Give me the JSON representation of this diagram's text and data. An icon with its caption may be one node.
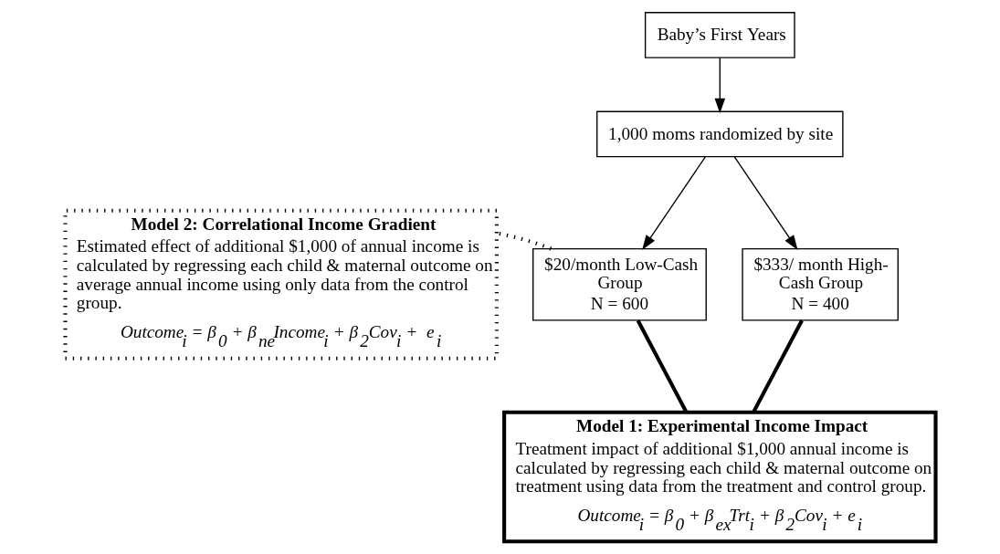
{
  "diagram": {
    "nodes": [
      {
        "text": [
          "Baby’s First Years"
        ]
      },
      {
        "text": [
          "1,000 moms randomized by site"
        ]
      },
      {
        "text": [
          "Model 2: Correlational Income Gradient",
          "Estimated effect of additional $1,000 of annual income is calculated by regressing each child & maternal outcome on average annual income using only data from the control group.",
          "Outcome$_{i}$ = β$_{0}$ + β$_{ne}$Income$_{i}$ + β$_{2}$Cov$_{i}$ +  e$_{i}$"
        ]
      },
      {
        "text": [
          "$20/month Low-Cash Group",
          "N = 600"
        ]
      },
      {
        "text": [
          "$333/ month High-Cash Group",
          "N = 400"
        ]
      },
      {
        "text": [
          "Model 1: Experimental Income Impact",
          "Treatment impact of additional $1,000 annual income is calculated by regressing each child & maternal outcome on treatment using data from the treatment and control group.",
          "Outcome$_{i}$ = β$_{0}$ + β$_{ex}$Trt$_{i}$ + β$_{2}$Cov$_{i}$ + e$_{i}$"
        ]
      }
    ],
    "edges": [
      {
        "from": 0,
        "to": 1,
        "arrow": "to"
      },
      {
        "from": 1,
        "to": 3,
        "arrow": "to"
      },
      {
        "from": 1,
        "to": 4,
        "arrow": "to"
      },
      {
        "from": 3,
        "to": 2,
        "arrow": "none",
        "style": "dashed"
      },
      {
        "from": 3,
        "to": 5,
        "arrow": "none",
        "style": "thick"
      },
      {
        "from": 4,
        "to": 5,
        "arrow": "none",
        "style": "thick"
      }
    ]
  }
}
